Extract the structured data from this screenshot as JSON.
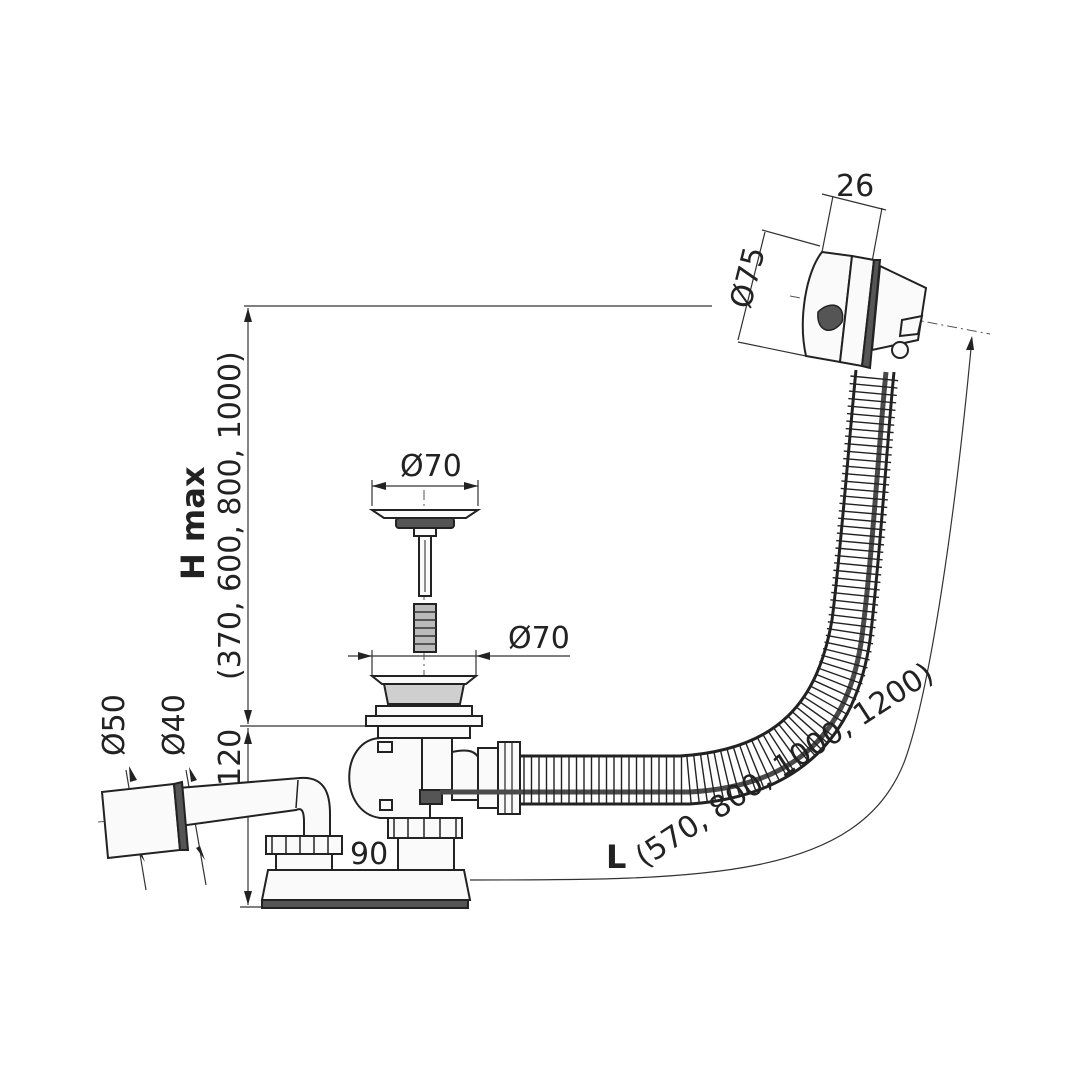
{
  "diagram": {
    "labels": {
      "overflow_depth": "26",
      "overflow_diameter": "Ø75",
      "plug_diameter": "Ø70",
      "waste_diameter": "Ø70",
      "outlet_large": "Ø50",
      "outlet_small": "Ø40",
      "trap_height": "120",
      "trap_offset": "90",
      "h_title": "H max",
      "h_values": "(370, 600, 800, 1000)",
      "l_title": "L",
      "l_values": "(570, 800, 1000, 1200)"
    },
    "colors": {
      "ink": "#222222",
      "hose_dark": "#4a4a4a",
      "fill": "#fafafa"
    }
  }
}
